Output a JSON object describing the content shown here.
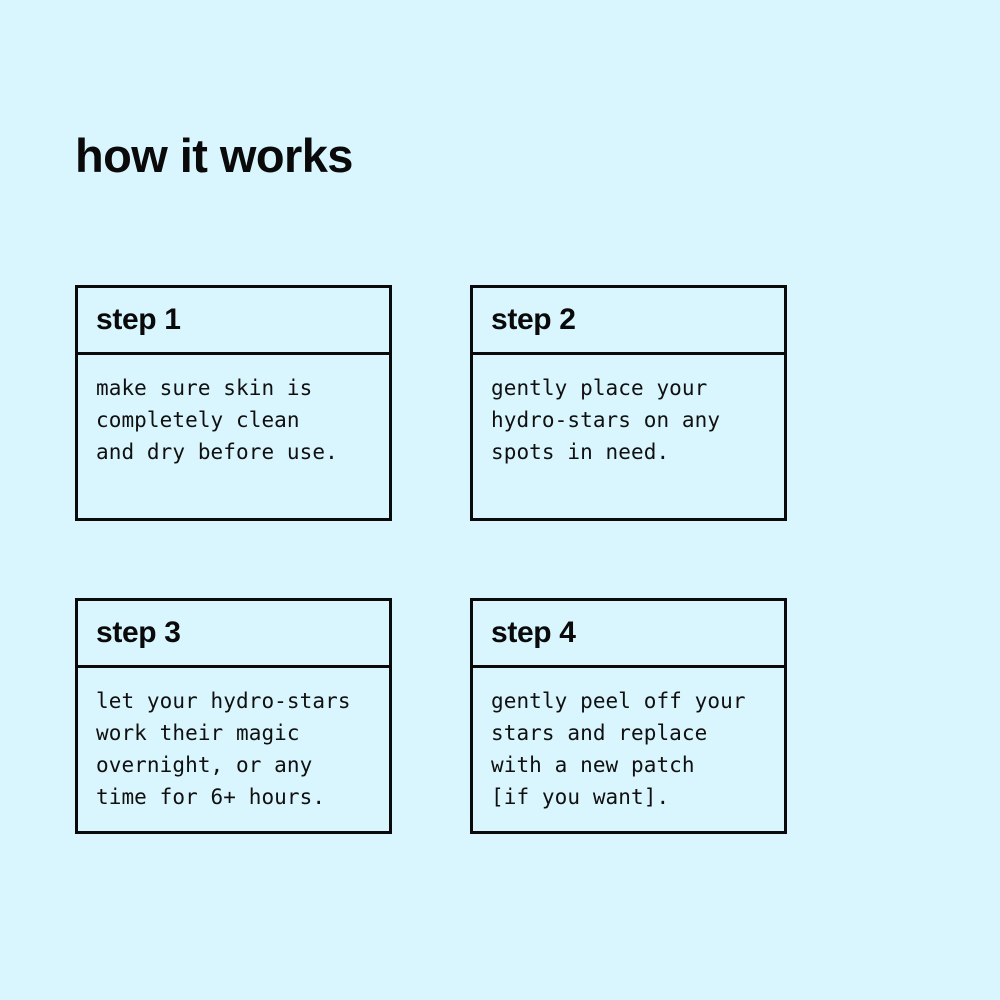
{
  "colors": {
    "background": "#d9f5fd",
    "ink": "#0a0a0a",
    "card_fill": "#d9f5fd",
    "border": "#0a0a0a"
  },
  "header": {
    "title": "how it works"
  },
  "steps": [
    {
      "title": "step 1",
      "text": "make sure skin is\ncompletely clean\nand dry before use."
    },
    {
      "title": "step 2",
      "text": "gently place your\nhydro-stars on any\nspots in need."
    },
    {
      "title": "step 3",
      "text": "let your hydro-stars\nwork their magic\novernight, or any\ntime for 6+ hours."
    },
    {
      "title": "step 4",
      "text": "gently peel off your\nstars and replace\nwith a new patch\n[if you want]."
    }
  ]
}
